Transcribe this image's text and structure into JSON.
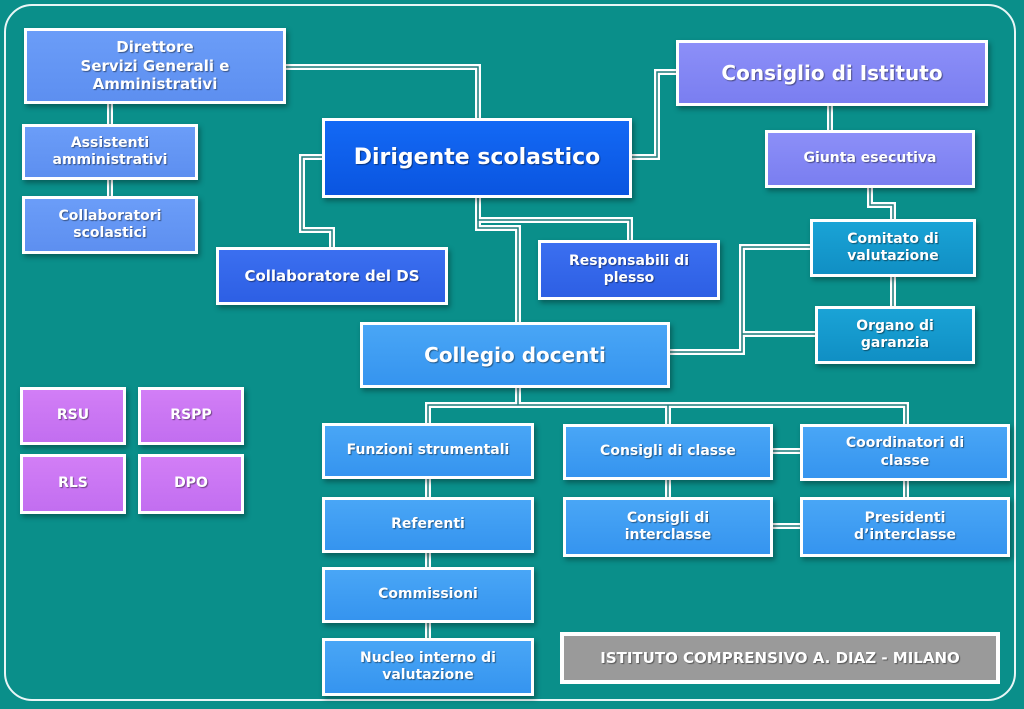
{
  "nodes": {
    "direttore": "Direttore\nServizi Generali e\nAmministrativi",
    "assistenti": "Assistenti\namministrativi",
    "collaboratori_scolastici": "Collaboratori\nscolastici",
    "dirigente": "Dirigente scolastico",
    "consiglio_istituto": "Consiglio di Istituto",
    "giunta": "Giunta esecutiva",
    "comitato": "Comitato di\nvalutazione",
    "organo": "Organo di\ngaranzia",
    "collaboratore_ds": "Collaboratore del DS",
    "responsabili_plesso": "Responsabili di\nplesso",
    "collegio": "Collegio docenti",
    "funzioni": "Funzioni strumentali",
    "referenti": "Referenti",
    "commissioni": "Commissioni",
    "nucleo": "Nucleo interno di\nvalutazione",
    "consigli_classe": "Consigli di classe",
    "coordinatori": "Coordinatori di\nclasse",
    "consigli_interclasse": "Consigli di\ninterclasse",
    "presidenti": "Presidenti\nd’interclasse",
    "rsu": "RSU",
    "rspp": "RSPP",
    "rls": "RLS",
    "dpo": "DPO"
  },
  "footer": "ISTITUTO COMPRENSIVO A. DIAZ - MILANO",
  "colors": {
    "background": "#0a8f8a",
    "connector": "#ffffff",
    "lavender": "#8c8ff8",
    "light_blue": "#6b9df8",
    "royal_blue": "#3b6ff0",
    "dirigente_blue": "#1369f5",
    "sky_blue": "#49a6f6",
    "teal": "#1aa3d6",
    "pink": "#d27ef6",
    "gray": "#9a9a9a"
  }
}
